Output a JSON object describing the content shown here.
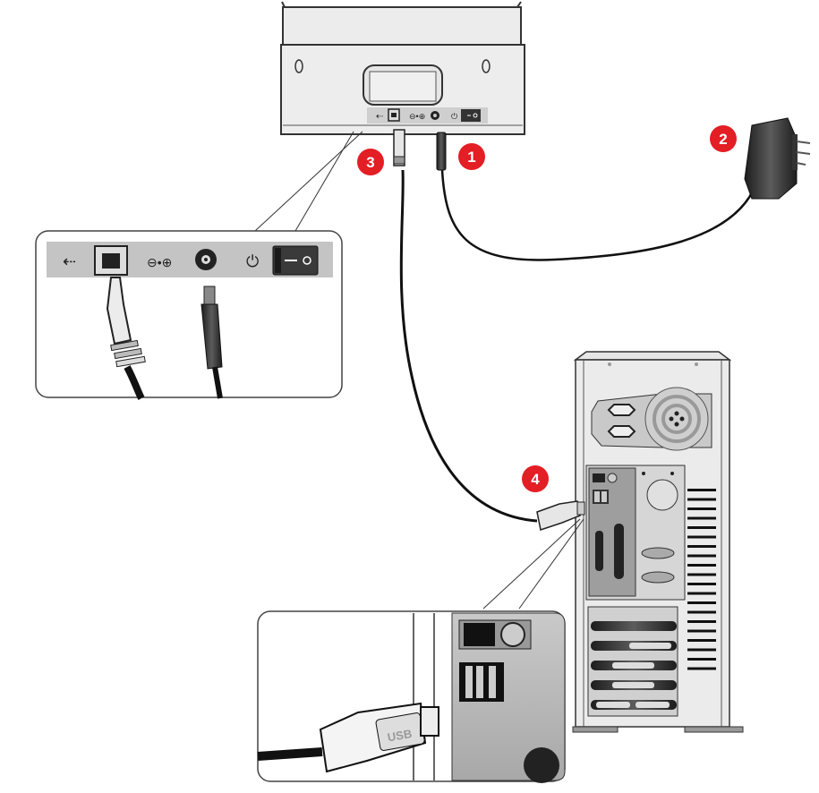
{
  "diagram": {
    "title": "Scanner connection diagram",
    "steps": [
      {
        "number": "1",
        "description": "Plug power adapter DC plug into scanner power jack"
      },
      {
        "number": "2",
        "description": "Plug power adapter into wall outlet"
      },
      {
        "number": "3",
        "description": "Connect USB cable (Type-B) to scanner USB port"
      },
      {
        "number": "4",
        "description": "Connect USB cable (Type-A) to computer USB port"
      }
    ],
    "badge_color": "#e31e24",
    "scanner_ports": {
      "usb_icon": "usb-symbol",
      "dc_polarity_icon": "dc-polarity-symbol",
      "power_icon": "power-symbol",
      "switch_on": "—",
      "switch_off": "o"
    },
    "usb_plug_label": "USB"
  }
}
